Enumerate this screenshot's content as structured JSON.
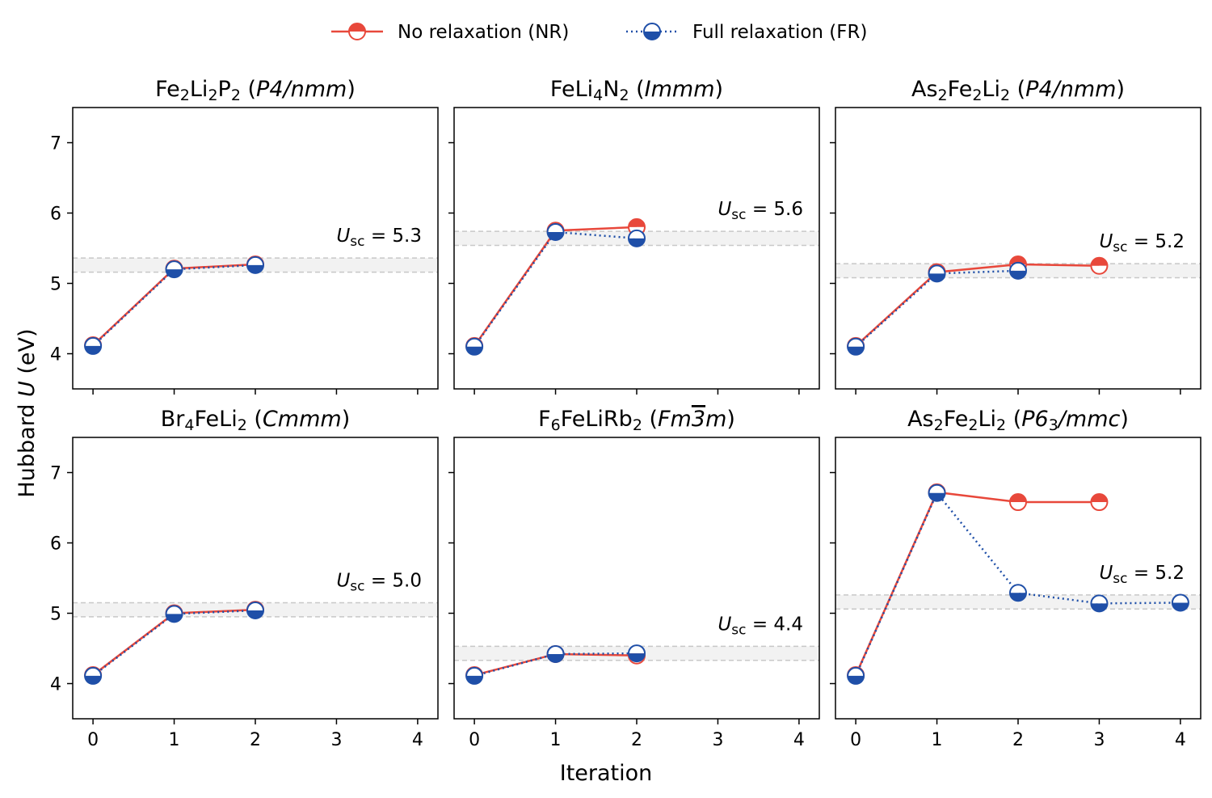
{
  "colors": {
    "nr": "#e8483b",
    "fr": "#1f4fa8",
    "band": "#f2f2f2",
    "band_line": "#c8c8c8"
  },
  "legend": [
    {
      "key": "nr",
      "label": "No relaxation (NR)"
    },
    {
      "key": "fr",
      "label": "Full relaxation (FR)"
    }
  ],
  "chart_data": {
    "type": "line",
    "xlabel": "Iteration",
    "ylabel": "Hubbard U (eV)",
    "x_ticks": [
      "0",
      "1",
      "2",
      "3",
      "4"
    ],
    "y_ticks": [
      "4",
      "5",
      "6",
      "7"
    ],
    "xlim": [
      -0.25,
      4.25
    ],
    "ylim": [
      3.5,
      7.5
    ],
    "panels": [
      {
        "title_parts": [
          {
            "t": "Fe"
          },
          {
            "t": "2",
            "sub": true
          },
          {
            "t": "Li"
          },
          {
            "t": "2",
            "sub": true
          },
          {
            "t": "P"
          },
          {
            "t": "2",
            "sub": true
          },
          {
            "t": " ("
          },
          {
            "t": "P4/nmm",
            "it": true
          },
          {
            "t": ")"
          }
        ],
        "usc_label": "5.3",
        "band": [
          5.16,
          5.36
        ],
        "series": [
          {
            "key": "nr",
            "x": [
              0,
              1,
              2
            ],
            "y": [
              4.12,
              5.21,
              5.27
            ]
          },
          {
            "key": "fr",
            "x": [
              0,
              1,
              2
            ],
            "y": [
              4.11,
              5.2,
              5.26
            ]
          }
        ]
      },
      {
        "title_parts": [
          {
            "t": "FeLi"
          },
          {
            "t": "4",
            "sub": true
          },
          {
            "t": "N"
          },
          {
            "t": "2",
            "sub": true
          },
          {
            "t": " ("
          },
          {
            "t": "Immm",
            "it": true
          },
          {
            "t": ")"
          }
        ],
        "usc_label": "5.6",
        "band": [
          5.54,
          5.74
        ],
        "series": [
          {
            "key": "nr",
            "x": [
              0,
              1,
              2
            ],
            "y": [
              4.11,
              5.75,
              5.8
            ]
          },
          {
            "key": "fr",
            "x": [
              0,
              1,
              2
            ],
            "y": [
              4.1,
              5.73,
              5.64
            ]
          }
        ]
      },
      {
        "title_parts": [
          {
            "t": "As"
          },
          {
            "t": "2",
            "sub": true
          },
          {
            "t": "Fe"
          },
          {
            "t": "2",
            "sub": true
          },
          {
            "t": "Li"
          },
          {
            "t": "2",
            "sub": true
          },
          {
            "t": " ("
          },
          {
            "t": "P4/nmm",
            "it": true
          },
          {
            "t": ")"
          }
        ],
        "usc_label": "5.2",
        "band": [
          5.08,
          5.28
        ],
        "series": [
          {
            "key": "nr",
            "x": [
              0,
              1,
              2,
              3
            ],
            "y": [
              4.11,
              5.16,
              5.27,
              5.25
            ]
          },
          {
            "key": "fr",
            "x": [
              0,
              1,
              2
            ],
            "y": [
              4.1,
              5.14,
              5.18
            ]
          }
        ]
      },
      {
        "title_parts": [
          {
            "t": "Br"
          },
          {
            "t": "4",
            "sub": true
          },
          {
            "t": "FeLi"
          },
          {
            "t": "2",
            "sub": true
          },
          {
            "t": " ("
          },
          {
            "t": "Cmmm",
            "it": true
          },
          {
            "t": ")"
          }
        ],
        "usc_label": "5.0",
        "band": [
          4.95,
          5.15
        ],
        "series": [
          {
            "key": "nr",
            "x": [
              0,
              1,
              2
            ],
            "y": [
              4.12,
              5.0,
              5.05
            ]
          },
          {
            "key": "fr",
            "x": [
              0,
              1,
              2
            ],
            "y": [
              4.11,
              4.99,
              5.04
            ]
          }
        ]
      },
      {
        "title_parts": [
          {
            "t": "F"
          },
          {
            "t": "6",
            "sub": true
          },
          {
            "t": "FeLiRb"
          },
          {
            "t": "2",
            "sub": true
          },
          {
            "t": " ("
          },
          {
            "t": "Fm",
            "it": true
          },
          {
            "t": "3",
            "over": true
          },
          {
            "t": "m",
            "it": true
          },
          {
            "t": ")"
          }
        ],
        "usc_label": "4.4",
        "band": [
          4.33,
          4.53
        ],
        "series": [
          {
            "key": "nr",
            "x": [
              0,
              1,
              2
            ],
            "y": [
              4.12,
              4.42,
              4.4
            ]
          },
          {
            "key": "fr",
            "x": [
              0,
              1,
              2
            ],
            "y": [
              4.11,
              4.42,
              4.43
            ]
          }
        ]
      },
      {
        "title_parts": [
          {
            "t": "As"
          },
          {
            "t": "2",
            "sub": true
          },
          {
            "t": "Fe"
          },
          {
            "t": "2",
            "sub": true
          },
          {
            "t": "Li"
          },
          {
            "t": "2",
            "sub": true
          },
          {
            "t": " ("
          },
          {
            "t": "P6",
            "it": true
          },
          {
            "t": "3",
            "sub": true
          },
          {
            "t": "/mmc",
            "it": true
          },
          {
            "t": ")"
          }
        ],
        "usc_label": "5.2",
        "band": [
          5.06,
          5.26
        ],
        "series": [
          {
            "key": "nr",
            "x": [
              0,
              1,
              2,
              3
            ],
            "y": [
              4.12,
              6.72,
              6.58,
              6.58
            ]
          },
          {
            "key": "fr",
            "x": [
              0,
              1,
              2,
              3,
              4
            ],
            "y": [
              4.11,
              6.71,
              5.29,
              5.14,
              5.15
            ]
          }
        ]
      }
    ]
  }
}
